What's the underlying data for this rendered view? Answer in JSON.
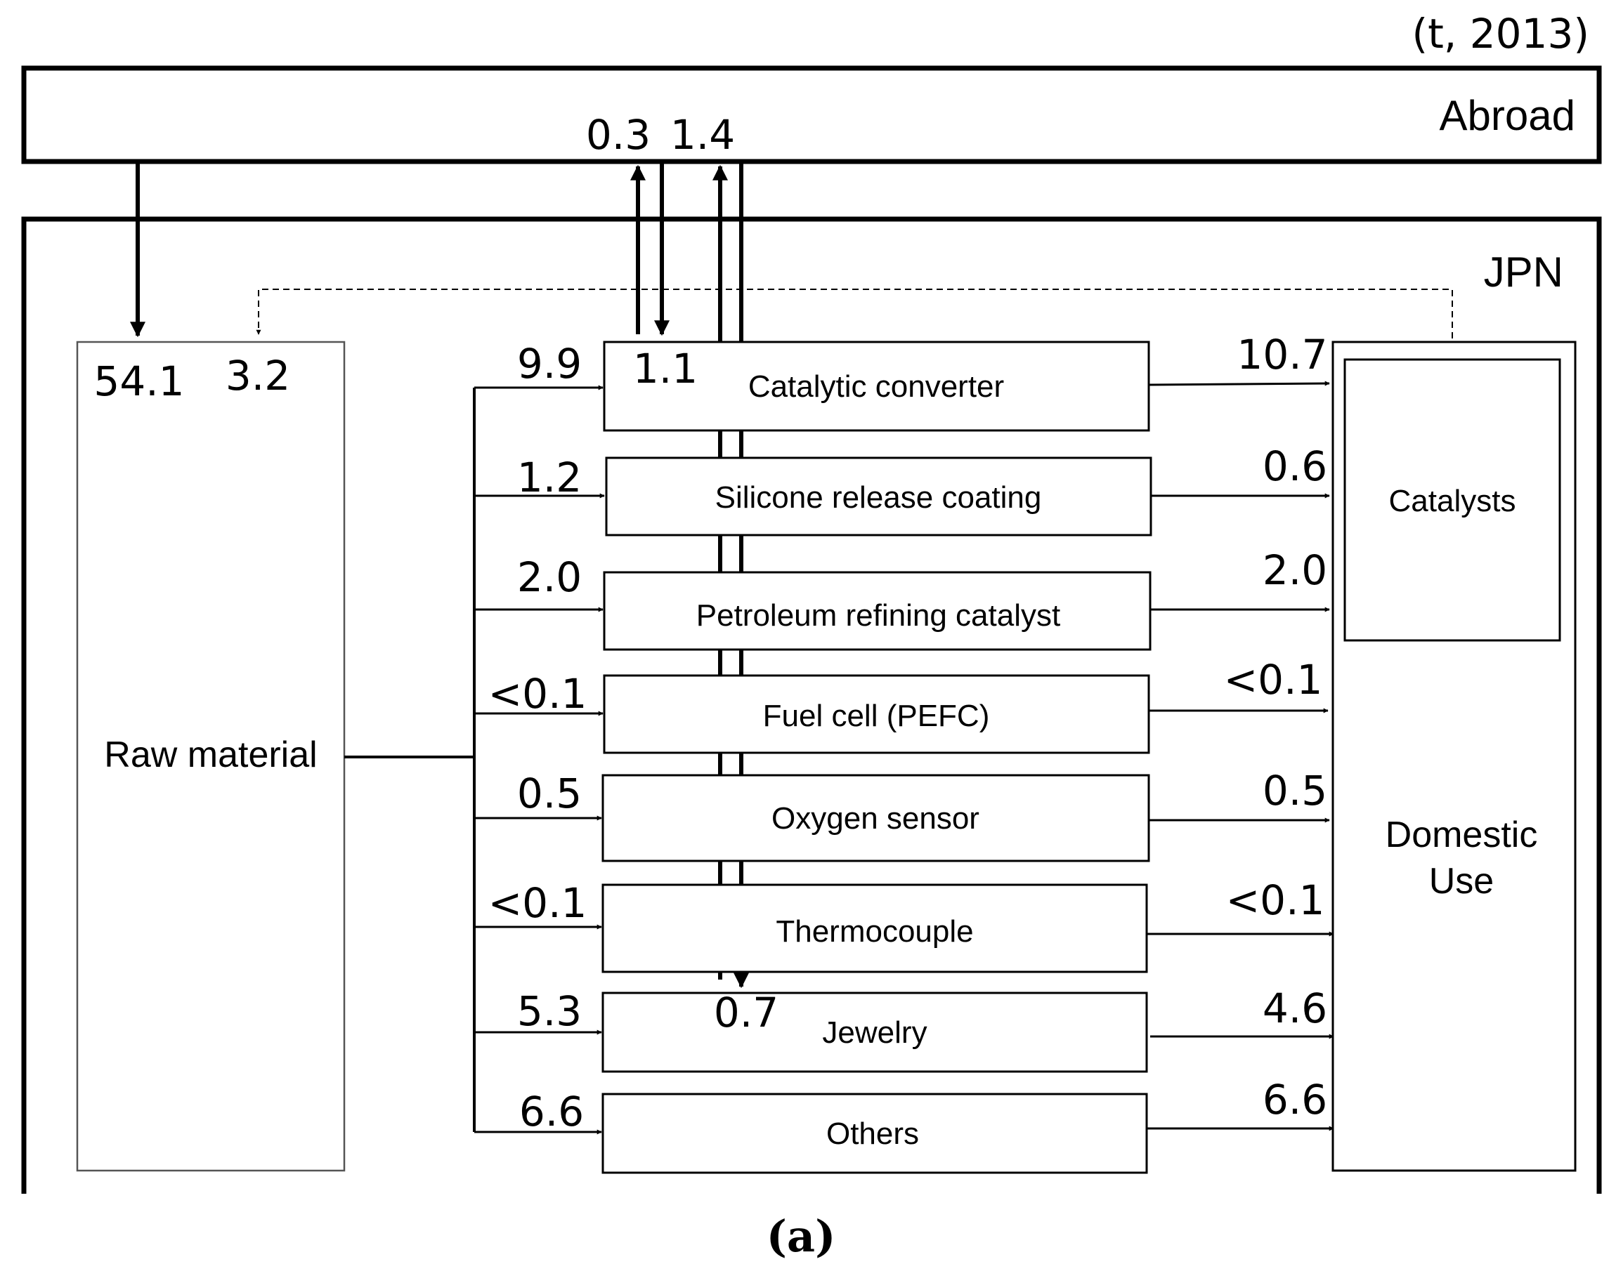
{
  "unit_note": "(t, 2013)",
  "regions": {
    "abroad": "Abroad",
    "japan": "JPN"
  },
  "raw_material": {
    "label": "Raw material",
    "import_value": "54.1",
    "recycled_value": "3.2"
  },
  "trade": {
    "export_1": "0.3",
    "export_2": "1.4",
    "catalytic_import": "1.1",
    "jewelry_import": "0.7"
  },
  "applications": [
    {
      "label": "Catalytic converter",
      "input": "9.9",
      "output": "10.7"
    },
    {
      "label": "Silicone release coating",
      "input": "1.2",
      "output": "0.6"
    },
    {
      "label": "Petroleum refining catalyst",
      "input": "2.0",
      "output": "2.0"
    },
    {
      "label": "Fuel cell (PEFC)",
      "input": "<0.1",
      "output": "<0.1"
    },
    {
      "label": "Oxygen sensor",
      "input": "0.5",
      "output": "0.5"
    },
    {
      "label": "Thermocouple",
      "input": "<0.1",
      "output": "<0.1"
    },
    {
      "label": "Jewelry",
      "input": "5.3",
      "output": "4.6"
    },
    {
      "label": "Others",
      "input": "6.6",
      "output": "6.6"
    }
  ],
  "domestic_use": {
    "label_line1": "Domestic",
    "label_line2": "Use",
    "catalysts_label": "Catalysts"
  },
  "caption": "(a)"
}
